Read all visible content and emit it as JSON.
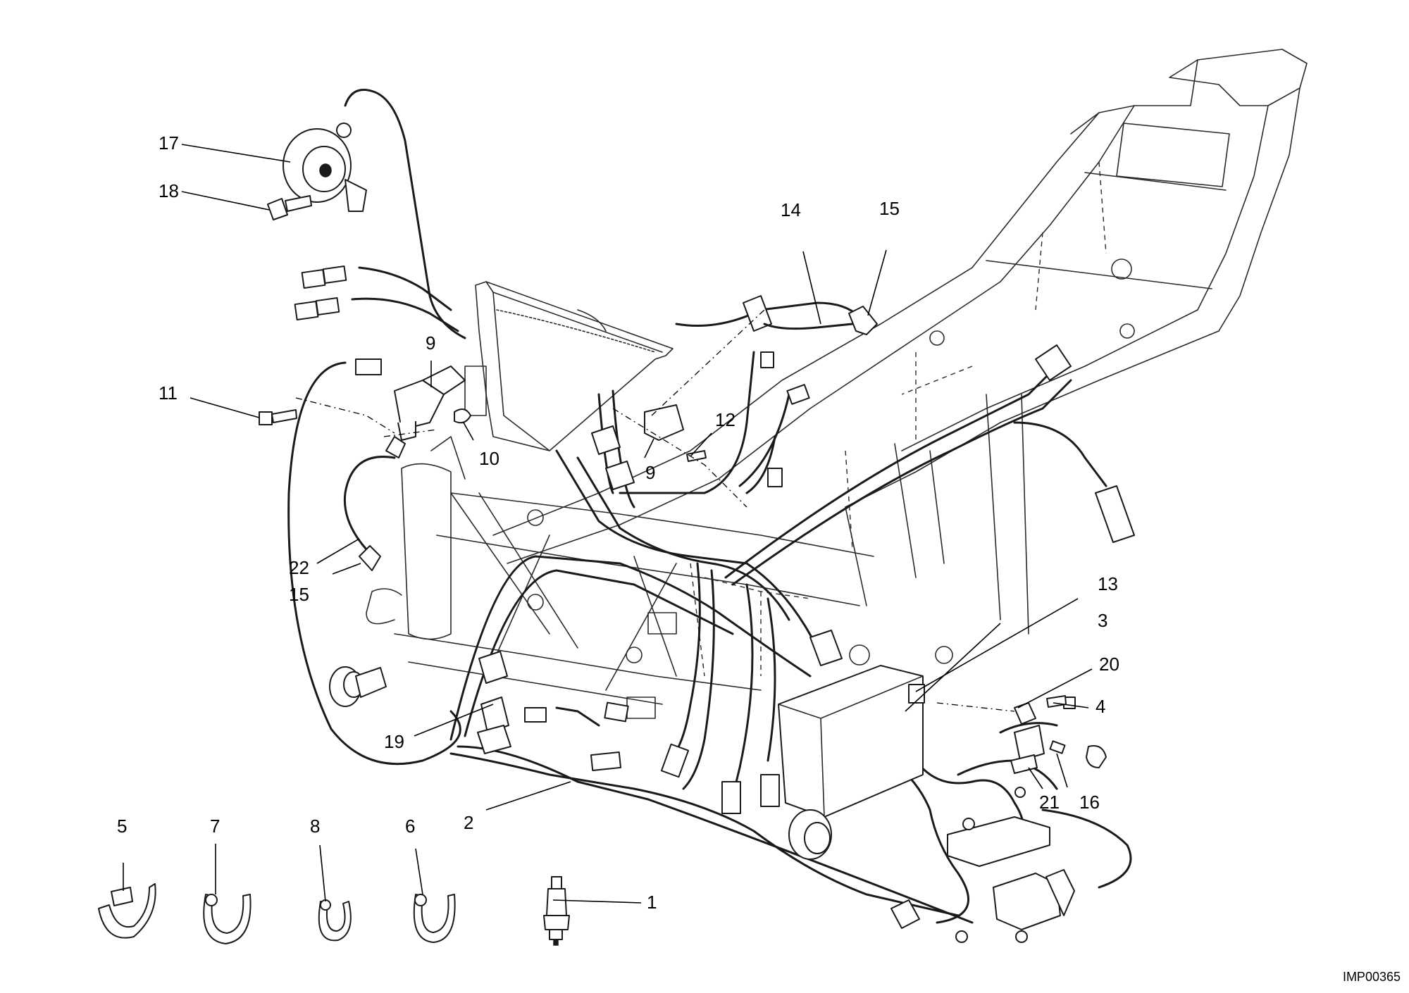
{
  "drawing_code": "IMP00365",
  "callouts": [
    {
      "id": "c1",
      "label": "1"
    },
    {
      "id": "c2",
      "label": "2"
    },
    {
      "id": "c3",
      "label": "3"
    },
    {
      "id": "c4",
      "label": "4"
    },
    {
      "id": "c5",
      "label": "5"
    },
    {
      "id": "c6",
      "label": "6"
    },
    {
      "id": "c7",
      "label": "7"
    },
    {
      "id": "c8",
      "label": "8"
    },
    {
      "id": "c9a",
      "label": "9"
    },
    {
      "id": "c9b",
      "label": "9"
    },
    {
      "id": "c10",
      "label": "10"
    },
    {
      "id": "c11",
      "label": "11"
    },
    {
      "id": "c12",
      "label": "12"
    },
    {
      "id": "c13",
      "label": "13"
    },
    {
      "id": "c14",
      "label": "14"
    },
    {
      "id": "c15a",
      "label": "15"
    },
    {
      "id": "c15b",
      "label": "15"
    },
    {
      "id": "c16",
      "label": "16"
    },
    {
      "id": "c17",
      "label": "17"
    },
    {
      "id": "c18",
      "label": "18"
    },
    {
      "id": "c19",
      "label": "19"
    },
    {
      "id": "c20",
      "label": "20"
    },
    {
      "id": "c21",
      "label": "21"
    },
    {
      "id": "c22",
      "label": "22"
    }
  ]
}
